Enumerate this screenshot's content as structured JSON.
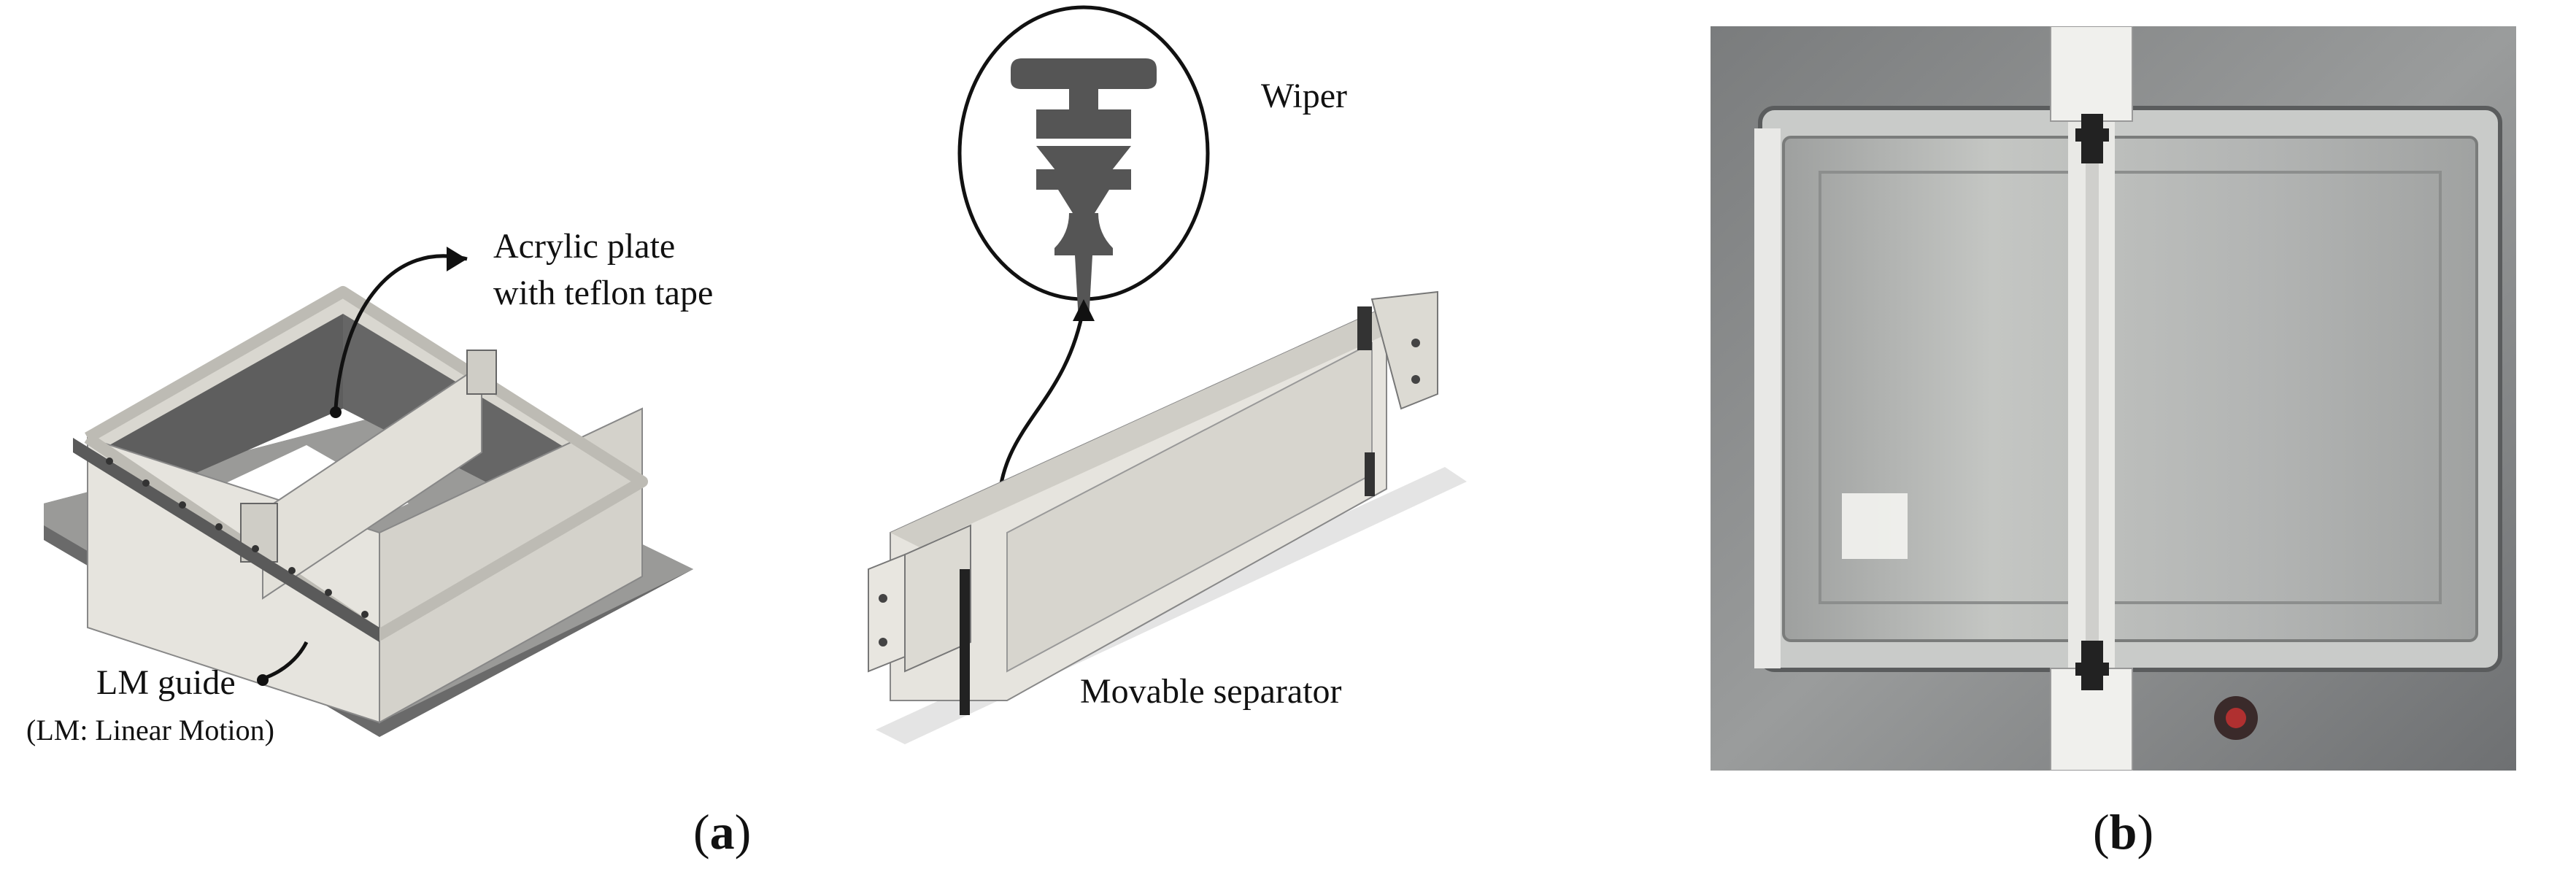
{
  "panel_a": {
    "label_open": "(",
    "label_letter": "a",
    "label_close": ")",
    "callouts": {
      "acrylic_line1": "Acrylic plate",
      "acrylic_line2": "with teflon tape",
      "lm_guide": "LM guide",
      "lm_note": "(LM: Linear Motion)",
      "wiper": "Wiper",
      "separator": "Movable separator"
    }
  },
  "panel_b": {
    "label_open": "(",
    "label_letter": "b",
    "label_close": ")"
  },
  "colors": {
    "wall_light": "#e4e2dc",
    "wall_dark": "#6e6e6e",
    "base": "#6a6a6a",
    "wiper": "#555555",
    "photo_bg": "#8a8c8e",
    "photo_basin": "#b5b7b6"
  }
}
